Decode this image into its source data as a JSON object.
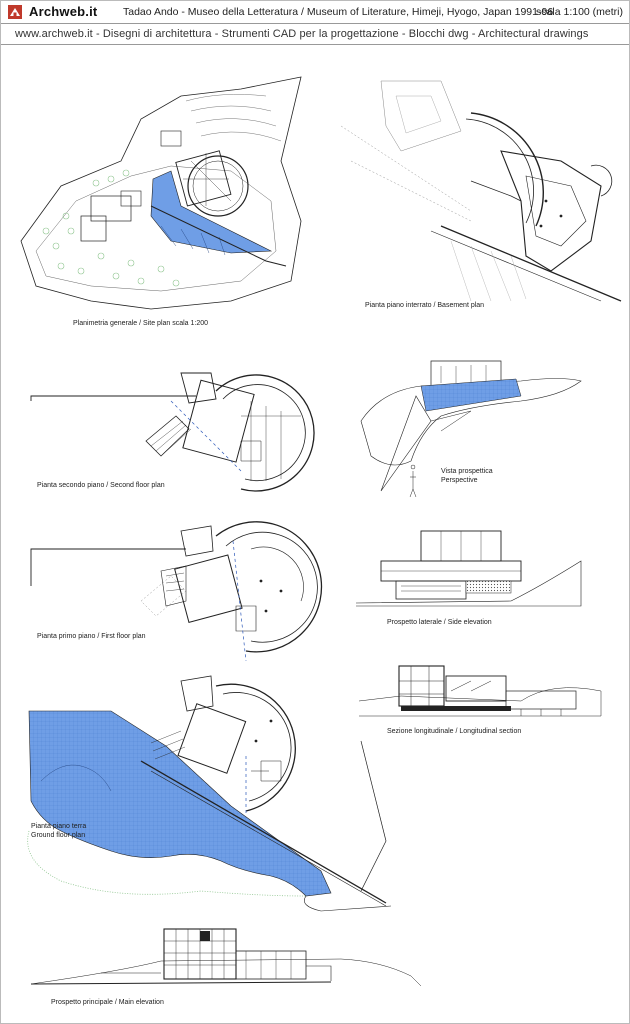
{
  "header": {
    "brand": "Archweb.it",
    "title": "Tadao Ando - Museo della Letteratura / Museum of Literature, Himeji, Hyogo, Japan 1991-96",
    "scale": "scala 1:100 (metri)",
    "subtitle": "www.archweb.it -   Disegni di architettura - Strumenti CAD  per la progettazione - Blocchi dwg  -  Architectural drawings"
  },
  "captions": {
    "site_plan": "Planimetria generale   /   Site plan    scala 1:200",
    "basement_plan": "Pianta piano interrato  /  Basement plan",
    "second_floor": "Pianta secondo piano  /  Second floor plan",
    "perspective_it": "Vista prospettica",
    "perspective_en": "Perspective",
    "first_floor": "Pianta primo piano  /  First floor plan",
    "side_elevation": "Prospetto laterale  /  Side elevation",
    "section": "Sezione longitudinale  /  Longitudinal section",
    "ground_it": "Pianta piano terra",
    "ground_en": "Ground floor plan",
    "main_elevation": "Prospetto principale  /  Main elevation"
  },
  "colors": {
    "water": "#6f9ee6",
    "line": "#222222",
    "tree": "#8fc58f",
    "accent_logo": "#c0392b"
  }
}
